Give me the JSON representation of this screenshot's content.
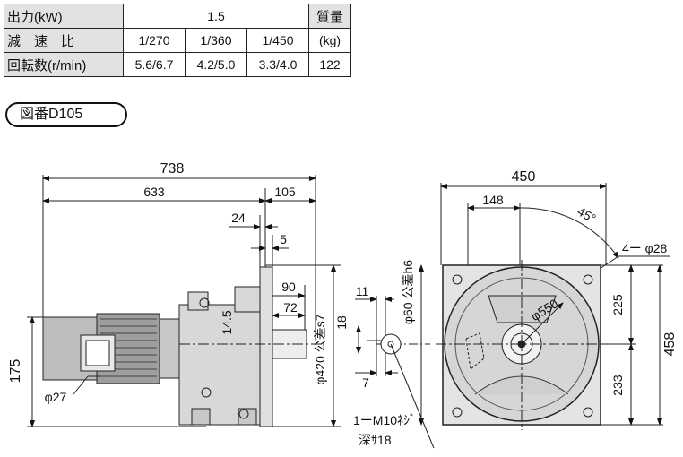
{
  "spec_table": {
    "row_output": {
      "label": "出力(kW)",
      "value": "1.5",
      "mass_label": "質量"
    },
    "row_ratio": {
      "label": "減　速　比",
      "values": [
        "1/270",
        "1/360",
        "1/450"
      ],
      "mass_unit": "(kg)"
    },
    "row_speed": {
      "label": "回転数(r/min)",
      "values": [
        "5.6/6.7",
        "4.2/5.0",
        "3.3/4.0"
      ],
      "mass_value": "122"
    }
  },
  "drawing_id": "図番D105",
  "side_view": {
    "dim_total": "738",
    "dim_633": "633",
    "dim_105": "105",
    "dim_24": "24",
    "dim_5": "5",
    "dim_90": "90",
    "dim_72": "72",
    "dim_14_5": "14.5",
    "dim_175": "175",
    "dim_phi27": "φ27",
    "dim_phi420": "φ420 公差s7",
    "logo_colors": {
      "motor": "#bdbdbd",
      "gearbox": "#d8d8d8",
      "outline": "#222222"
    }
  },
  "shaft_view": {
    "dim_11": "11",
    "dim_18": "18",
    "dim_7": "7",
    "dim_phi60": "φ60 公差h6",
    "tap_line1": "1ーM10ﾈｼﾞ",
    "tap_line2": "深ｻ18"
  },
  "front_view": {
    "dim_450": "450",
    "dim_148": "148",
    "dim_45deg": "45°",
    "dim_holes": "4ー φ28",
    "dim_phi550": "φ550",
    "dim_225": "225",
    "dim_233": "233",
    "dim_458": "458"
  }
}
